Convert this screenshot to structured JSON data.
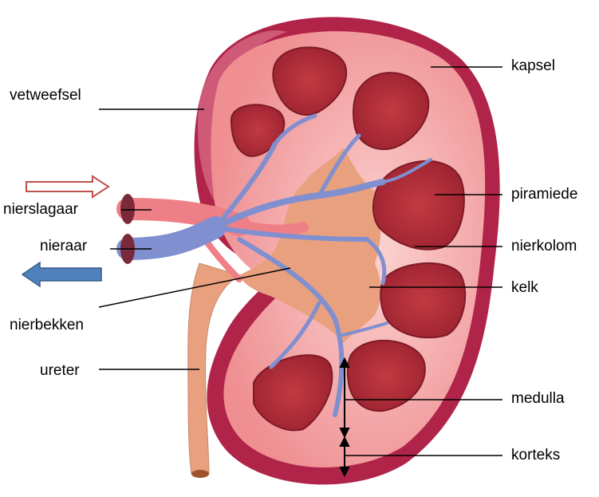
{
  "labels": {
    "vetweefsel": "vetweefsel",
    "nierslagaar": "nierslagaar",
    "nieraar": "nieraar",
    "nierbekken": "nierbekken",
    "ureter": "ureter",
    "kapsel": "kapsel",
    "piramiede": "piramiede",
    "nierkolom": "nierkolom",
    "kelk": "kelk",
    "medulla": "medulla",
    "korteks": "korteks"
  },
  "colors": {
    "capsule": "#b0244a",
    "fat": "#cf5a78",
    "cortex": "#f3a3a3",
    "pyramid": "#b33038",
    "pelvis": "#e8a07e",
    "vein": "#7f8fd0",
    "artery": "#ef7f86",
    "arrow_in": "#c0504d",
    "arrow_out": "#4f81bd"
  }
}
